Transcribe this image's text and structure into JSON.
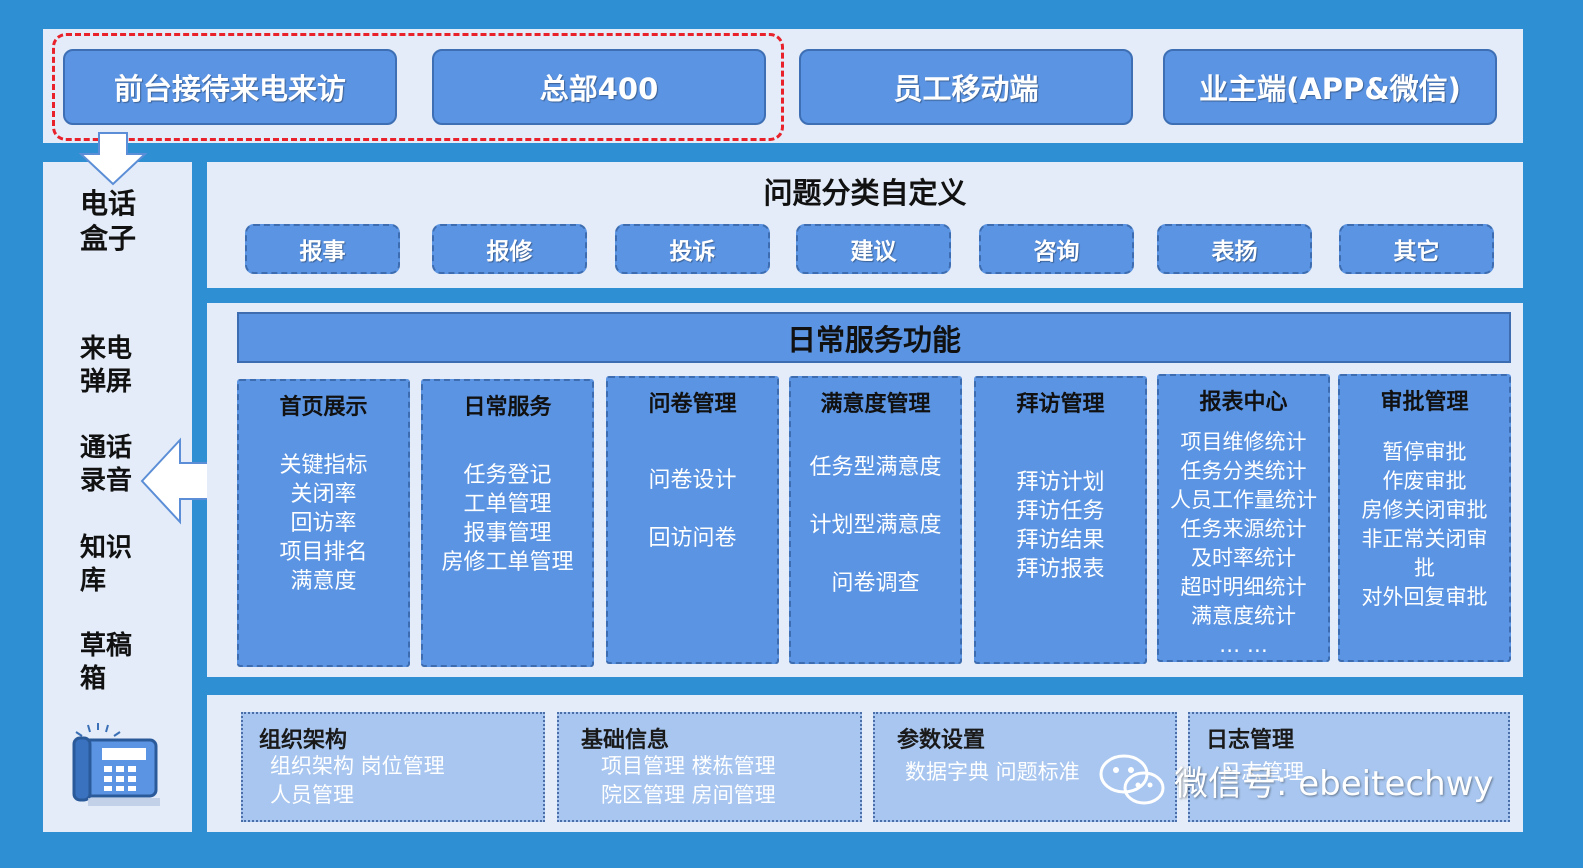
{
  "top_channels": [
    "前台接待来电来访",
    "总部400",
    "员工移动端",
    "业主端(APP&微信)"
  ],
  "sidebar": {
    "phone_box": "电话\n盒子",
    "items": [
      "来电\n弹屏",
      "通话\n录音",
      "知识\n库",
      "草稿\n箱"
    ]
  },
  "categories": {
    "title": "问题分类自定义",
    "items": [
      "报事",
      "报修",
      "投诉",
      "建议",
      "咨询",
      "表扬",
      "其它"
    ]
  },
  "daily": {
    "title": "日常服务功能",
    "columns": [
      {
        "title": "首页展示",
        "items": [
          "关键指标",
          "关闭率",
          "回访率",
          "项目排名",
          "满意度"
        ]
      },
      {
        "title": "日常服务",
        "items": [
          "任务登记",
          "工单管理",
          "报事管理",
          "房修工单管理"
        ]
      },
      {
        "title": "问卷管理",
        "items": [
          "问卷设计",
          "",
          "回访问卷"
        ]
      },
      {
        "title": "满意度管理",
        "items": [
          "任务型满意度",
          "",
          "计划型满意度",
          "",
          "问卷调查"
        ]
      },
      {
        "title": "拜访管理",
        "items": [
          "拜访计划",
          "拜访任务",
          "拜访结果",
          "拜访报表"
        ]
      },
      {
        "title": "报表中心",
        "items": [
          "项目维修统计",
          "任务分类统计",
          "人员工作量统计",
          "任务来源统计",
          "及时率统计",
          "超时明细统计",
          "满意度统计",
          "…  …"
        ]
      },
      {
        "title": "审批管理",
        "items": [
          "暂停审批",
          "作废审批",
          "房修关闭审批",
          "非正常关闭审",
          "批",
          "对外回复审批"
        ]
      }
    ]
  },
  "basics": [
    {
      "title": "组织架构",
      "items": [
        "组织架构  岗位管理",
        "人员管理"
      ]
    },
    {
      "title": "基础信息",
      "items": [
        "项目管理    楼栋管理",
        "院区管理    房间管理"
      ]
    },
    {
      "title": "参数设置",
      "items": [
        "数据字典   问题标准"
      ]
    },
    {
      "title": "日志管理",
      "items": [
        "日志管理"
      ]
    }
  ],
  "watermark": "微信号: ebeitechwy",
  "colors": {
    "background": "#2f8fd3",
    "panel": "#e3ecf8",
    "accent": "#5b94e3",
    "highlight": "#e8212a"
  }
}
